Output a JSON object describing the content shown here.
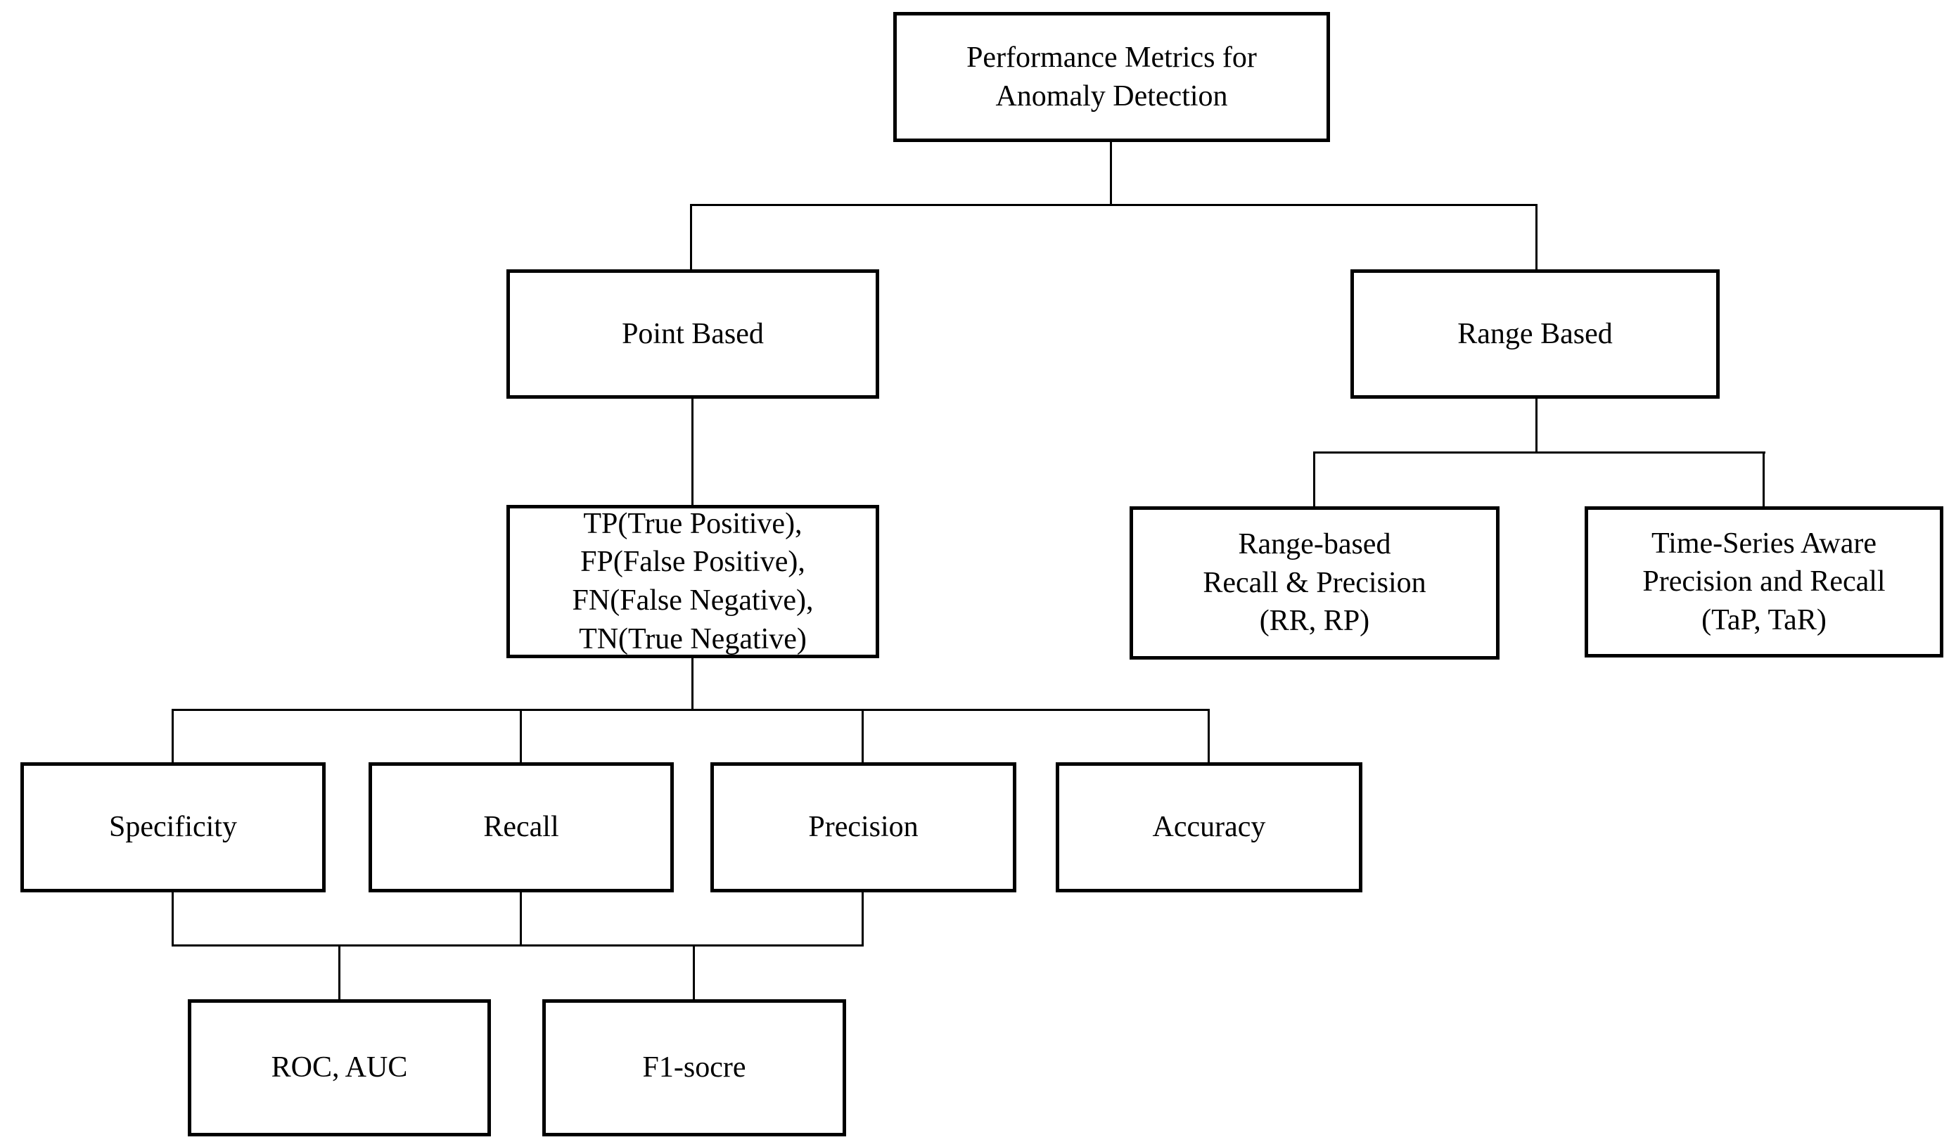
{
  "diagram": {
    "type": "flowchart",
    "title": "Performance Metrics for Anomaly Detection",
    "colors": {
      "background": "#ffffff",
      "border": "#000000",
      "text": "#000000",
      "connector": "#000000"
    },
    "nodes": {
      "root": {
        "text": "Performance Metrics for\nAnomaly Detection"
      },
      "point_based": {
        "text": "Point Based"
      },
      "range_based": {
        "text": "Range Based"
      },
      "confusion": {
        "text": "TP(True Positive),\nFP(False Positive),\nFN(False Negative),\nTN(True Negative)"
      },
      "rr_rp": {
        "text": "Range-based\nRecall & Precision\n(RR, RP)"
      },
      "tap_tar": {
        "text": "Time-Series Aware\nPrecision and Recall\n(TaP, TaR)"
      },
      "specificity": {
        "text": "Specificity"
      },
      "recall": {
        "text": "Recall"
      },
      "precision": {
        "text": "Precision"
      },
      "accuracy": {
        "text": "Accuracy"
      },
      "roc_auc": {
        "text": "ROC, AUC"
      },
      "f1_score": {
        "text": "F1-socre"
      }
    },
    "edges": [
      {
        "from": "root",
        "to": "point_based"
      },
      {
        "from": "root",
        "to": "range_based"
      },
      {
        "from": "point_based",
        "to": "confusion"
      },
      {
        "from": "range_based",
        "to": "rr_rp"
      },
      {
        "from": "range_based",
        "to": "tap_tar"
      },
      {
        "from": "confusion",
        "to": "specificity"
      },
      {
        "from": "confusion",
        "to": "recall"
      },
      {
        "from": "confusion",
        "to": "precision"
      },
      {
        "from": "confusion",
        "to": "accuracy"
      },
      {
        "from": "specificity+recall+precision",
        "to": "roc_auc"
      },
      {
        "from": "specificity+recall+precision",
        "to": "f1_score"
      }
    ]
  }
}
